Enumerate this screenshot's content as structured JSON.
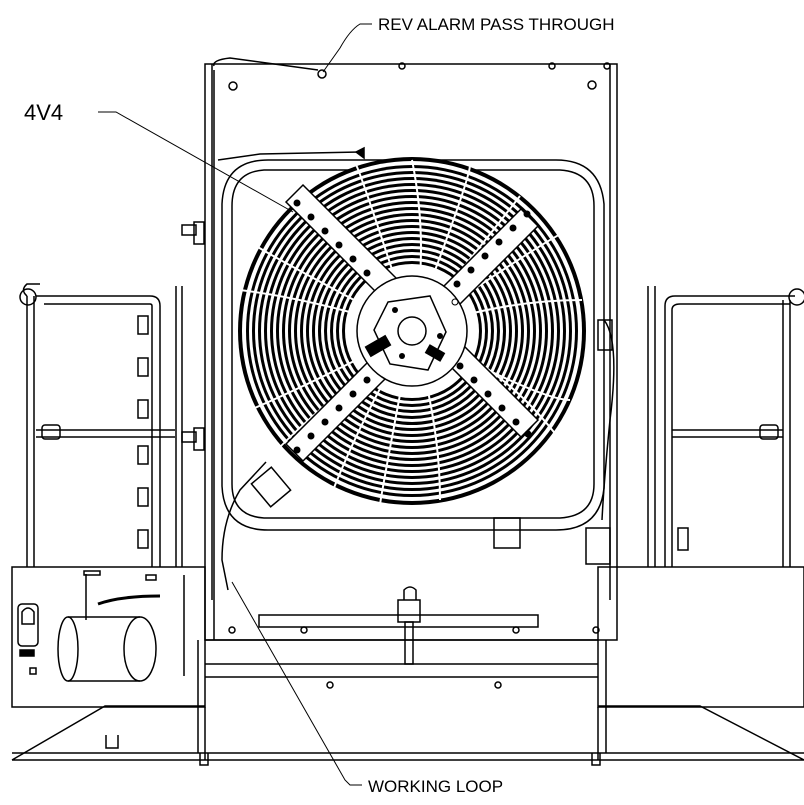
{
  "callouts": {
    "rev_alarm": "REV ALARM PASS THROUGH",
    "component_id": "4V4",
    "working_loop": "WORKING LOOP"
  },
  "colors": {
    "line": "#000000",
    "background": "#ffffff"
  }
}
